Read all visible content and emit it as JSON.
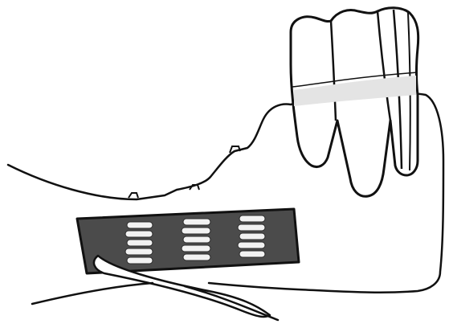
{
  "diagram": {
    "colors": {
      "background": "#ffffff",
      "ink": "#111111",
      "film_fill": "#4b4b4b",
      "highlight": "#f2f2f2"
    },
    "parts": [
      "molar-tooth",
      "gum-line",
      "dental-film",
      "film-holder",
      "tongue-contour"
    ]
  }
}
